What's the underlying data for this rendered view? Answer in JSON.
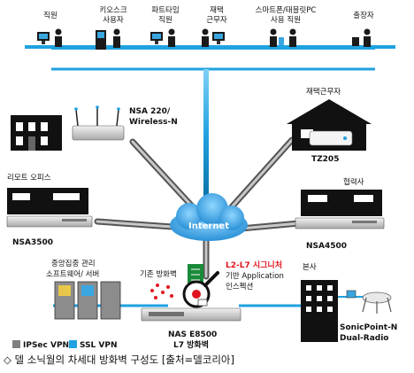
{
  "caption": "◇ 델 소닉월의 차세대 방화벽 구성도 [출처=델코리아]",
  "colors": {
    "ipsec": "#7f7f7f",
    "ssl": "#1fa2e0",
    "alert": "#e0141e"
  },
  "top_users": [
    {
      "label_lines": [
        "직원"
      ],
      "icon": "employee-desk-icon"
    },
    {
      "label_lines": [
        "키오스크",
        "사용자"
      ],
      "icon": "kiosk-user-icon"
    },
    {
      "label_lines": [
        "파트타임",
        "직원"
      ],
      "icon": "parttime-employee-icon"
    },
    {
      "label_lines": [
        "재택",
        "근무자"
      ],
      "icon": "remote-worker-icon"
    },
    {
      "label_lines": [
        "스마트폰/태블릿PC",
        "사용 직원"
      ],
      "icon": "mobile-user-icon"
    },
    {
      "label_lines": [
        "출장자"
      ],
      "icon": "traveler-icon"
    }
  ],
  "nodes": {
    "nsa220": [
      "NSA 220/",
      "Wireless-N"
    ],
    "home_worker": "재택근무자",
    "tz205": "TZ205",
    "remote_office": "리모트 오피스",
    "nsa3500": "NSA3500",
    "partner": "협력사",
    "nsa4500": "NSA4500",
    "internet": "Internet",
    "mgmt": [
      "중앙집중 관리",
      "소프트웨어/ 서버"
    ],
    "legacy_fw": "기존 방화벽",
    "l2l7": [
      "L2-L7 시그니처",
      "기반 Application",
      "인스펙션"
    ],
    "hq": "본사",
    "nsa_e8500": [
      "NAS E8500",
      "L7 방화벽"
    ],
    "sonicpoint": [
      "SonicPoint-N",
      "Dual-Radio"
    ]
  },
  "legend": [
    {
      "label": "IPSec VPN",
      "color": "#7f7f7f"
    },
    {
      "label": "SSL VPN",
      "color": "#1fa2e0"
    }
  ]
}
